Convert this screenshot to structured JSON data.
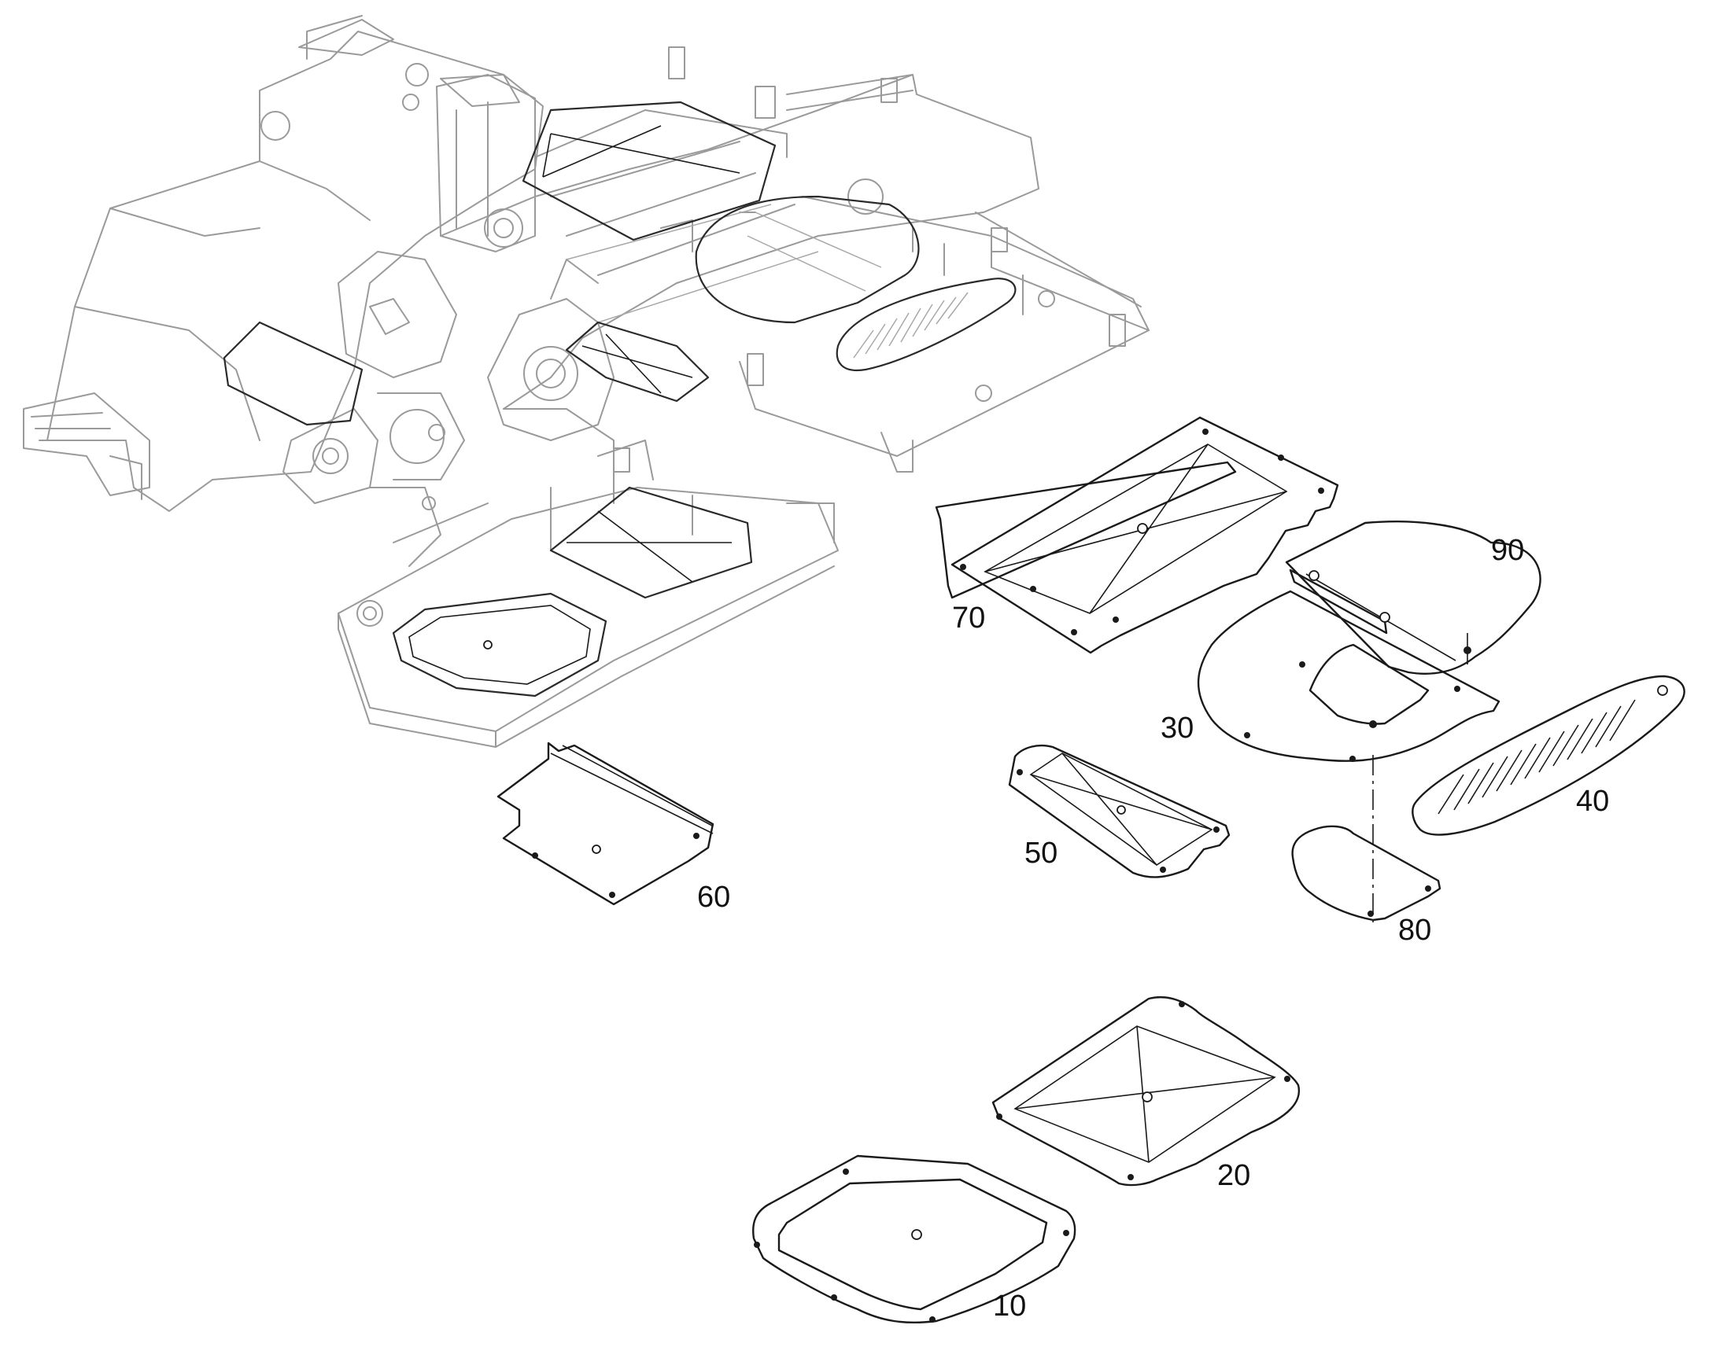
{
  "callouts": {
    "c10": "10",
    "c20": "20",
    "c30": "30",
    "c40": "40",
    "c50": "50",
    "c60": "60",
    "c70": "70",
    "c80": "80",
    "c90": "90"
  }
}
